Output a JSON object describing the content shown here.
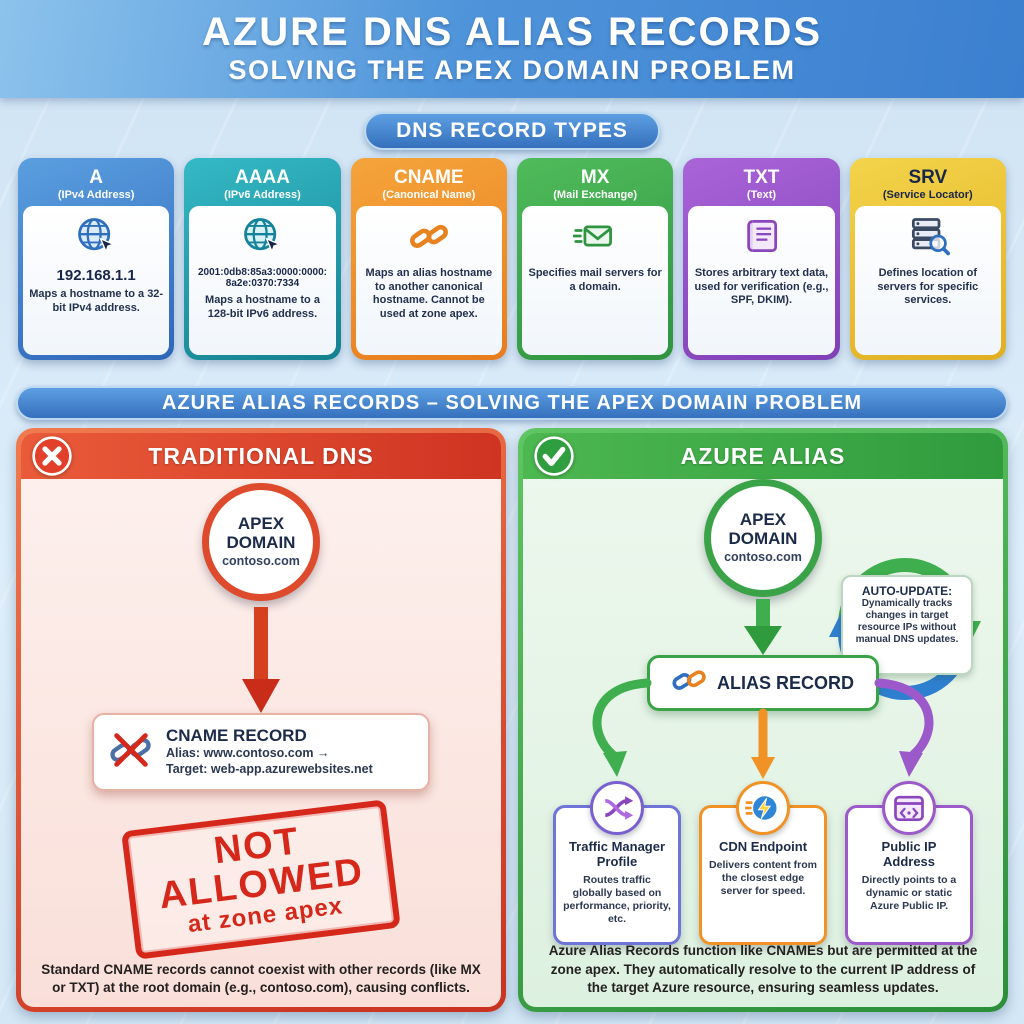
{
  "palette": {
    "header_blue": "#3f86d0",
    "accent_blue": "#2e66b8",
    "teal": "#14808f",
    "orange": "#e87c1c",
    "green": "#2f9340",
    "purple": "#7f3fb5",
    "gold": "#e0ae22",
    "error_red": "#d5281b",
    "success_green": "#2f9e3f",
    "navy_text": "#1c2b4a"
  },
  "header": {
    "title": "AZURE DNS ALIAS RECORDS",
    "subtitle": "SOLVING THE APEX DOMAIN PROBLEM"
  },
  "record_types": {
    "badge": "DNS RECORD TYPES",
    "cards": [
      {
        "type": "A",
        "subtitle": "(IPv4 Address)",
        "icon": "globe-icon",
        "value": "192.168.1.1",
        "description": "Maps a hostname to a 32-bit IPv4 address.",
        "color": "#2e66b8"
      },
      {
        "type": "AAAA",
        "subtitle": "(IPv6 Address)",
        "icon": "globe-icon",
        "value": "2001:0db8:85a3:0000:0000:8a2e:0370:7334",
        "description": "Maps a hostname to a 128-bit IPv6 address.",
        "color": "#14808f"
      },
      {
        "type": "CNAME",
        "subtitle": "(Canonical Name)",
        "icon": "chain-link-icon",
        "value": "",
        "description": "Maps an alias hostname to another canonical hostname. Cannot be used at zone apex.",
        "color": "#e87c1c"
      },
      {
        "type": "MX",
        "subtitle": "(Mail Exchange)",
        "icon": "mail-envelope-icon",
        "value": "",
        "description": "Specifies mail servers for a domain.",
        "color": "#2f9340"
      },
      {
        "type": "TXT",
        "subtitle": "(Text)",
        "icon": "scroll-icon",
        "value": "",
        "description": "Stores arbitrary text data, used for verification (e.g., SPF, DKIM).",
        "color": "#7f3fb5"
      },
      {
        "type": "SRV",
        "subtitle": "(Service Locator)",
        "icon": "server-search-icon",
        "value": "",
        "description": "Defines location of servers for specific services.",
        "color": "#e0ae22"
      }
    ]
  },
  "section_banner": "AZURE ALIAS RECORDS – SOLVING THE APEX DOMAIN PROBLEM",
  "traditional": {
    "title": "TRADITIONAL DNS",
    "badge_icon": "x-circle-icon",
    "apex_line1": "APEX",
    "apex_line2": "DOMAIN",
    "apex_domain": "contoso.com",
    "cname_icon": "broken-chain-icon",
    "cname_title": "CNAME RECORD",
    "cname_alias": "Alias: www.contoso.com →",
    "cname_target": "Target: web-app.azurewebsites.net",
    "stamp_line1": "NOT ALLOWED",
    "stamp_line2": "at zone apex",
    "footnote_pre": "Standard CNAME records ",
    "footnote_bold": "cannot",
    "footnote_post": " coexist with other records (like MX or TXT) at the root domain (e.g., contoso.com), causing conflicts."
  },
  "azure_alias": {
    "title": "AZURE ALIAS",
    "badge_icon": "check-circle-icon",
    "apex_line1": "APEX",
    "apex_line2": "DOMAIN",
    "apex_domain": "contoso.com",
    "alias_icon": "chain-link-icon",
    "alias_record_label": "ALIAS RECORD",
    "auto_update_title": "AUTO-UPDATE:",
    "auto_update_text": "Dynamically tracks changes in target resource IPs without manual DNS updates.",
    "targets": [
      {
        "name": "Traffic Manager Profile",
        "icon": "traffic-manager-icon",
        "description": "Routes traffic globally based on performance, priority, etc.",
        "color": "#6f74d8"
      },
      {
        "name": "CDN Endpoint",
        "icon": "cdn-lightning-icon",
        "description": "Delivers content from the closest edge server for speed.",
        "color": "#f09226"
      },
      {
        "name": "Public IP Address",
        "icon": "public-ip-icon",
        "description": "Directly points to a dynamic or static Azure Public IP.",
        "color": "#9b59c9"
      }
    ],
    "footnote_pre": "Azure Alias Records function like CNAMEs but are ",
    "footnote_bold": "permitted",
    "footnote_post": " at the zone apex. They automatically resolve to the current IP address of the target Azure resource, ensuring seamless updates."
  }
}
